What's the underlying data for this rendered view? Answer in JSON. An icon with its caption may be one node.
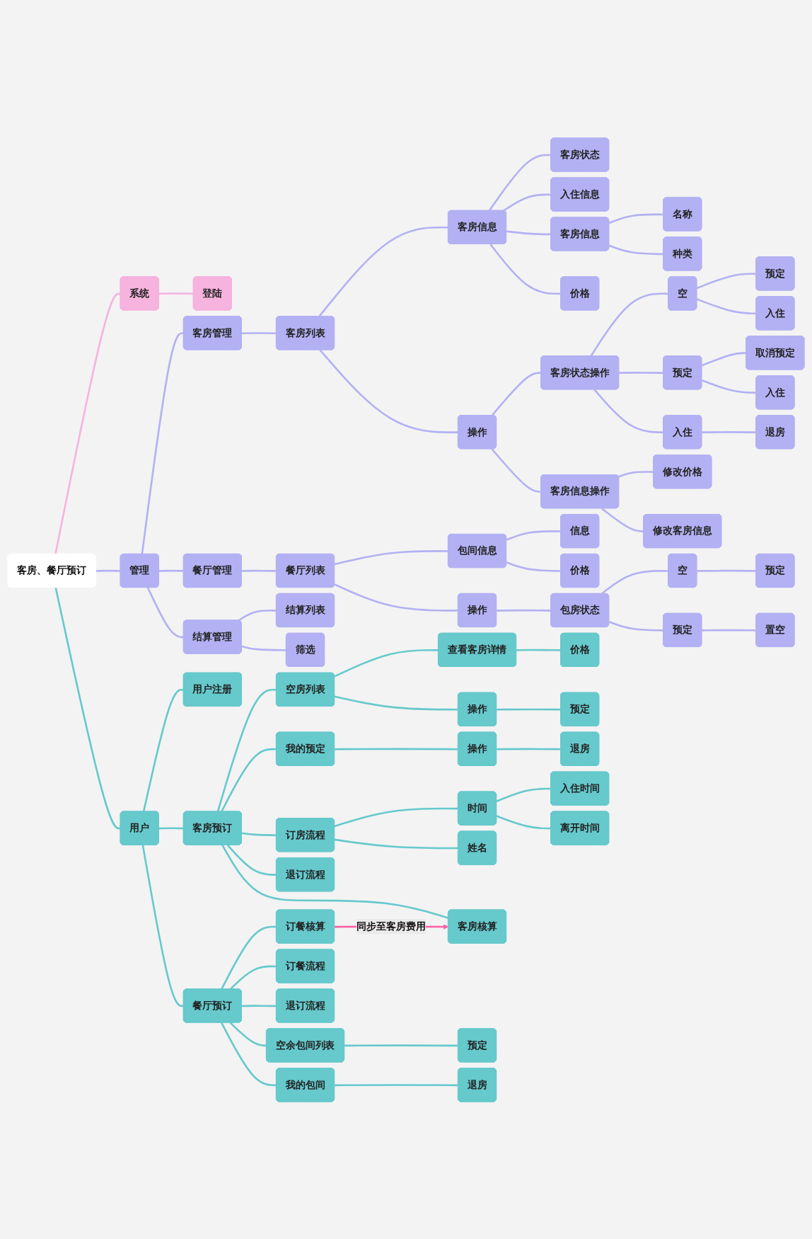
{
  "diagram": {
    "nodes": [
      {
        "text": [
          "客房、餐厅预订"
        ]
      },
      {
        "text": [
          "系统"
        ]
      },
      {
        "text": [
          "登陆"
        ]
      },
      {
        "text": [
          "管理"
        ]
      },
      {
        "text": [
          "客房管理"
        ]
      },
      {
        "text": [
          "客房列表"
        ]
      },
      {
        "text": [
          "客房信息"
        ]
      },
      {
        "text": [
          "客房状态"
        ]
      },
      {
        "text": [
          "入住信息"
        ]
      },
      {
        "text": [
          "客房信息"
        ]
      },
      {
        "text": [
          "名称"
        ]
      },
      {
        "text": [
          "种类"
        ]
      },
      {
        "text": [
          "价格"
        ]
      },
      {
        "text": [
          "操作"
        ]
      },
      {
        "text": [
          "客房状态操作"
        ]
      },
      {
        "text": [
          "空"
        ]
      },
      {
        "text": [
          "预定"
        ]
      },
      {
        "text": [
          "入住"
        ]
      },
      {
        "text": [
          "预定"
        ]
      },
      {
        "text": [
          "取消预定"
        ]
      },
      {
        "text": [
          "入住"
        ]
      },
      {
        "text": [
          "入住"
        ]
      },
      {
        "text": [
          "退房"
        ]
      },
      {
        "text": [
          "客房信息操作"
        ]
      },
      {
        "text": [
          "修改价格"
        ]
      },
      {
        "text": [
          "修改客房信息"
        ]
      },
      {
        "text": [
          "餐厅管理"
        ]
      },
      {
        "text": [
          "餐厅列表"
        ]
      },
      {
        "text": [
          "包间信息"
        ]
      },
      {
        "text": [
          "信息"
        ]
      },
      {
        "text": [
          "价格"
        ]
      },
      {
        "text": [
          "操作"
        ]
      },
      {
        "text": [
          "包房状态"
        ]
      },
      {
        "text": [
          "空"
        ]
      },
      {
        "text": [
          "预定"
        ]
      },
      {
        "text": [
          "预定"
        ]
      },
      {
        "text": [
          "置空"
        ]
      },
      {
        "text": [
          "结算管理"
        ]
      },
      {
        "text": [
          "结算列表"
        ]
      },
      {
        "text": [
          "筛选"
        ]
      },
      {
        "text": [
          "用户"
        ]
      },
      {
        "text": [
          "用户注册"
        ]
      },
      {
        "text": [
          "客房预订"
        ]
      },
      {
        "text": [
          "空房列表"
        ]
      },
      {
        "text": [
          "查看客房详情"
        ]
      },
      {
        "text": [
          "价格"
        ]
      },
      {
        "text": [
          "操作"
        ]
      },
      {
        "text": [
          "预定"
        ]
      },
      {
        "text": [
          "我的预定"
        ]
      },
      {
        "text": [
          "操作"
        ]
      },
      {
        "text": [
          "退房"
        ]
      },
      {
        "text": [
          "订房流程"
        ]
      },
      {
        "text": [
          "时间"
        ]
      },
      {
        "text": [
          "入住时间"
        ]
      },
      {
        "text": [
          "离开时间"
        ]
      },
      {
        "text": [
          "姓名"
        ]
      },
      {
        "text": [
          "退订流程"
        ]
      },
      {
        "text": [
          "客房核算"
        ]
      },
      {
        "text": [
          "餐厅预订"
        ]
      },
      {
        "text": [
          "空余包间列表"
        ]
      },
      {
        "text": [
          "预定"
        ]
      },
      {
        "text": [
          "我的包间"
        ]
      },
      {
        "text": [
          "退房"
        ]
      },
      {
        "text": [
          "订餐流程"
        ]
      },
      {
        "text": [
          "退订流程"
        ]
      },
      {
        "text": [
          "订餐核算"
        ]
      }
    ],
    "edges": [
      {
        "from": 0,
        "to": 1,
        "arrow": "none",
        "color": "#f5b3dd"
      },
      {
        "from": 1,
        "to": 2,
        "arrow": "none",
        "color": "#f5b3dd"
      },
      {
        "from": 0,
        "to": 3,
        "arrow": "none",
        "color": "#b3b1f3"
      },
      {
        "from": 3,
        "to": 4,
        "arrow": "none",
        "color": "#b3b1f3"
      },
      {
        "from": 4,
        "to": 5,
        "arrow": "none",
        "color": "#b3b1f3"
      },
      {
        "from": 5,
        "to": 6,
        "arrow": "none",
        "color": "#b3b1f3"
      },
      {
        "from": 6,
        "to": 7,
        "arrow": "none",
        "color": "#b3b1f3"
      },
      {
        "from": 6,
        "to": 8,
        "arrow": "none",
        "color": "#b3b1f3"
      },
      {
        "from": 6,
        "to": 9,
        "arrow": "none",
        "color": "#b3b1f3"
      },
      {
        "from": 9,
        "to": 10,
        "arrow": "none",
        "color": "#b3b1f3"
      },
      {
        "from": 9,
        "to": 11,
        "arrow": "none",
        "color": "#b3b1f3"
      },
      {
        "from": 6,
        "to": 12,
        "arrow": "none",
        "color": "#b3b1f3"
      },
      {
        "from": 5,
        "to": 13,
        "arrow": "none",
        "color": "#b3b1f3"
      },
      {
        "from": 13,
        "to": 14,
        "arrow": "none",
        "color": "#b3b1f3"
      },
      {
        "from": 14,
        "to": 15,
        "arrow": "none",
        "color": "#b3b1f3"
      },
      {
        "from": 15,
        "to": 16,
        "arrow": "none",
        "color": "#b3b1f3"
      },
      {
        "from": 15,
        "to": 17,
        "arrow": "none",
        "color": "#b3b1f3"
      },
      {
        "from": 14,
        "to": 18,
        "arrow": "none",
        "color": "#b3b1f3"
      },
      {
        "from": 18,
        "to": 19,
        "arrow": "none",
        "color": "#b3b1f3"
      },
      {
        "from": 18,
        "to": 20,
        "arrow": "none",
        "color": "#b3b1f3"
      },
      {
        "from": 14,
        "to": 21,
        "arrow": "none",
        "color": "#b3b1f3"
      },
      {
        "from": 21,
        "to": 22,
        "arrow": "none",
        "color": "#b3b1f3"
      },
      {
        "from": 13,
        "to": 23,
        "arrow": "none",
        "color": "#b3b1f3"
      },
      {
        "from": 23,
        "to": 24,
        "arrow": "none",
        "color": "#b3b1f3"
      },
      {
        "from": 23,
        "to": 25,
        "arrow": "none",
        "color": "#b3b1f3"
      },
      {
        "from": 3,
        "to": 26,
        "arrow": "none",
        "color": "#b3b1f3"
      },
      {
        "from": 26,
        "to": 27,
        "arrow": "none",
        "color": "#b3b1f3"
      },
      {
        "from": 27,
        "to": 28,
        "arrow": "none",
        "color": "#b3b1f3"
      },
      {
        "from": 28,
        "to": 29,
        "arrow": "none",
        "color": "#b3b1f3"
      },
      {
        "from": 28,
        "to": 30,
        "arrow": "none",
        "color": "#b3b1f3"
      },
      {
        "from": 27,
        "to": 31,
        "arrow": "none",
        "color": "#b3b1f3"
      },
      {
        "from": 31,
        "to": 32,
        "arrow": "none",
        "color": "#b3b1f3"
      },
      {
        "from": 32,
        "to": 33,
        "arrow": "none",
        "color": "#b3b1f3"
      },
      {
        "from": 33,
        "to": 34,
        "arrow": "none",
        "color": "#b3b1f3"
      },
      {
        "from": 32,
        "to": 35,
        "arrow": "none",
        "color": "#b3b1f3"
      },
      {
        "from": 35,
        "to": 36,
        "arrow": "none",
        "color": "#b3b1f3"
      },
      {
        "from": 3,
        "to": 37,
        "arrow": "none",
        "color": "#b3b1f3"
      },
      {
        "from": 37,
        "to": 38,
        "arrow": "none",
        "color": "#b3b1f3"
      },
      {
        "from": 37,
        "to": 39,
        "arrow": "none",
        "color": "#b3b1f3"
      },
      {
        "from": 0,
        "to": 40,
        "arrow": "none",
        "color": "#66c9cc"
      },
      {
        "from": 40,
        "to": 41,
        "arrow": "none",
        "color": "#66c9cc"
      },
      {
        "from": 40,
        "to": 42,
        "arrow": "none",
        "color": "#66c9cc"
      },
      {
        "from": 42,
        "to": 43,
        "arrow": "none",
        "color": "#66c9cc"
      },
      {
        "from": 43,
        "to": 44,
        "arrow": "none",
        "color": "#66c9cc"
      },
      {
        "from": 44,
        "to": 45,
        "arrow": "none",
        "color": "#66c9cc"
      },
      {
        "from": 43,
        "to": 46,
        "arrow": "none",
        "color": "#66c9cc"
      },
      {
        "from": 46,
        "to": 47,
        "arrow": "none",
        "color": "#66c9cc"
      },
      {
        "from": 42,
        "to": 48,
        "arrow": "none",
        "color": "#66c9cc"
      },
      {
        "from": 48,
        "to": 49,
        "arrow": "none",
        "color": "#66c9cc"
      },
      {
        "from": 49,
        "to": 50,
        "arrow": "none",
        "color": "#66c9cc"
      },
      {
        "from": 42,
        "to": 51,
        "arrow": "none",
        "color": "#66c9cc"
      },
      {
        "from": 51,
        "to": 52,
        "arrow": "none",
        "color": "#66c9cc"
      },
      {
        "from": 52,
        "to": 53,
        "arrow": "none",
        "color": "#66c9cc"
      },
      {
        "from": 52,
        "to": 54,
        "arrow": "none",
        "color": "#66c9cc"
      },
      {
        "from": 51,
        "to": 55,
        "arrow": "none",
        "color": "#66c9cc"
      },
      {
        "from": 42,
        "to": 56,
        "arrow": "none",
        "color": "#66c9cc"
      },
      {
        "from": 42,
        "to": 57,
        "arrow": "none",
        "color": "#66c9cc"
      },
      {
        "from": 40,
        "to": 58,
        "arrow": "none",
        "color": "#66c9cc"
      },
      {
        "from": 58,
        "to": 59,
        "arrow": "none",
        "color": "#66c9cc"
      },
      {
        "from": 59,
        "to": 60,
        "arrow": "none",
        "color": "#66c9cc"
      },
      {
        "from": 58,
        "to": 61,
        "arrow": "none",
        "color": "#66c9cc"
      },
      {
        "from": 61,
        "to": 62,
        "arrow": "none",
        "color": "#66c9cc"
      },
      {
        "from": 58,
        "to": 63,
        "arrow": "none",
        "color": "#66c9cc"
      },
      {
        "from": 58,
        "to": 64,
        "arrow": "none",
        "color": "#66c9cc"
      },
      {
        "from": 58,
        "to": 65,
        "arrow": "none",
        "color": "#66c9cc"
      },
      {
        "from": 65,
        "to": 57,
        "arrow": "to",
        "label": "同步至客房费用",
        "color": "#ff5ea5"
      }
    ]
  }
}
